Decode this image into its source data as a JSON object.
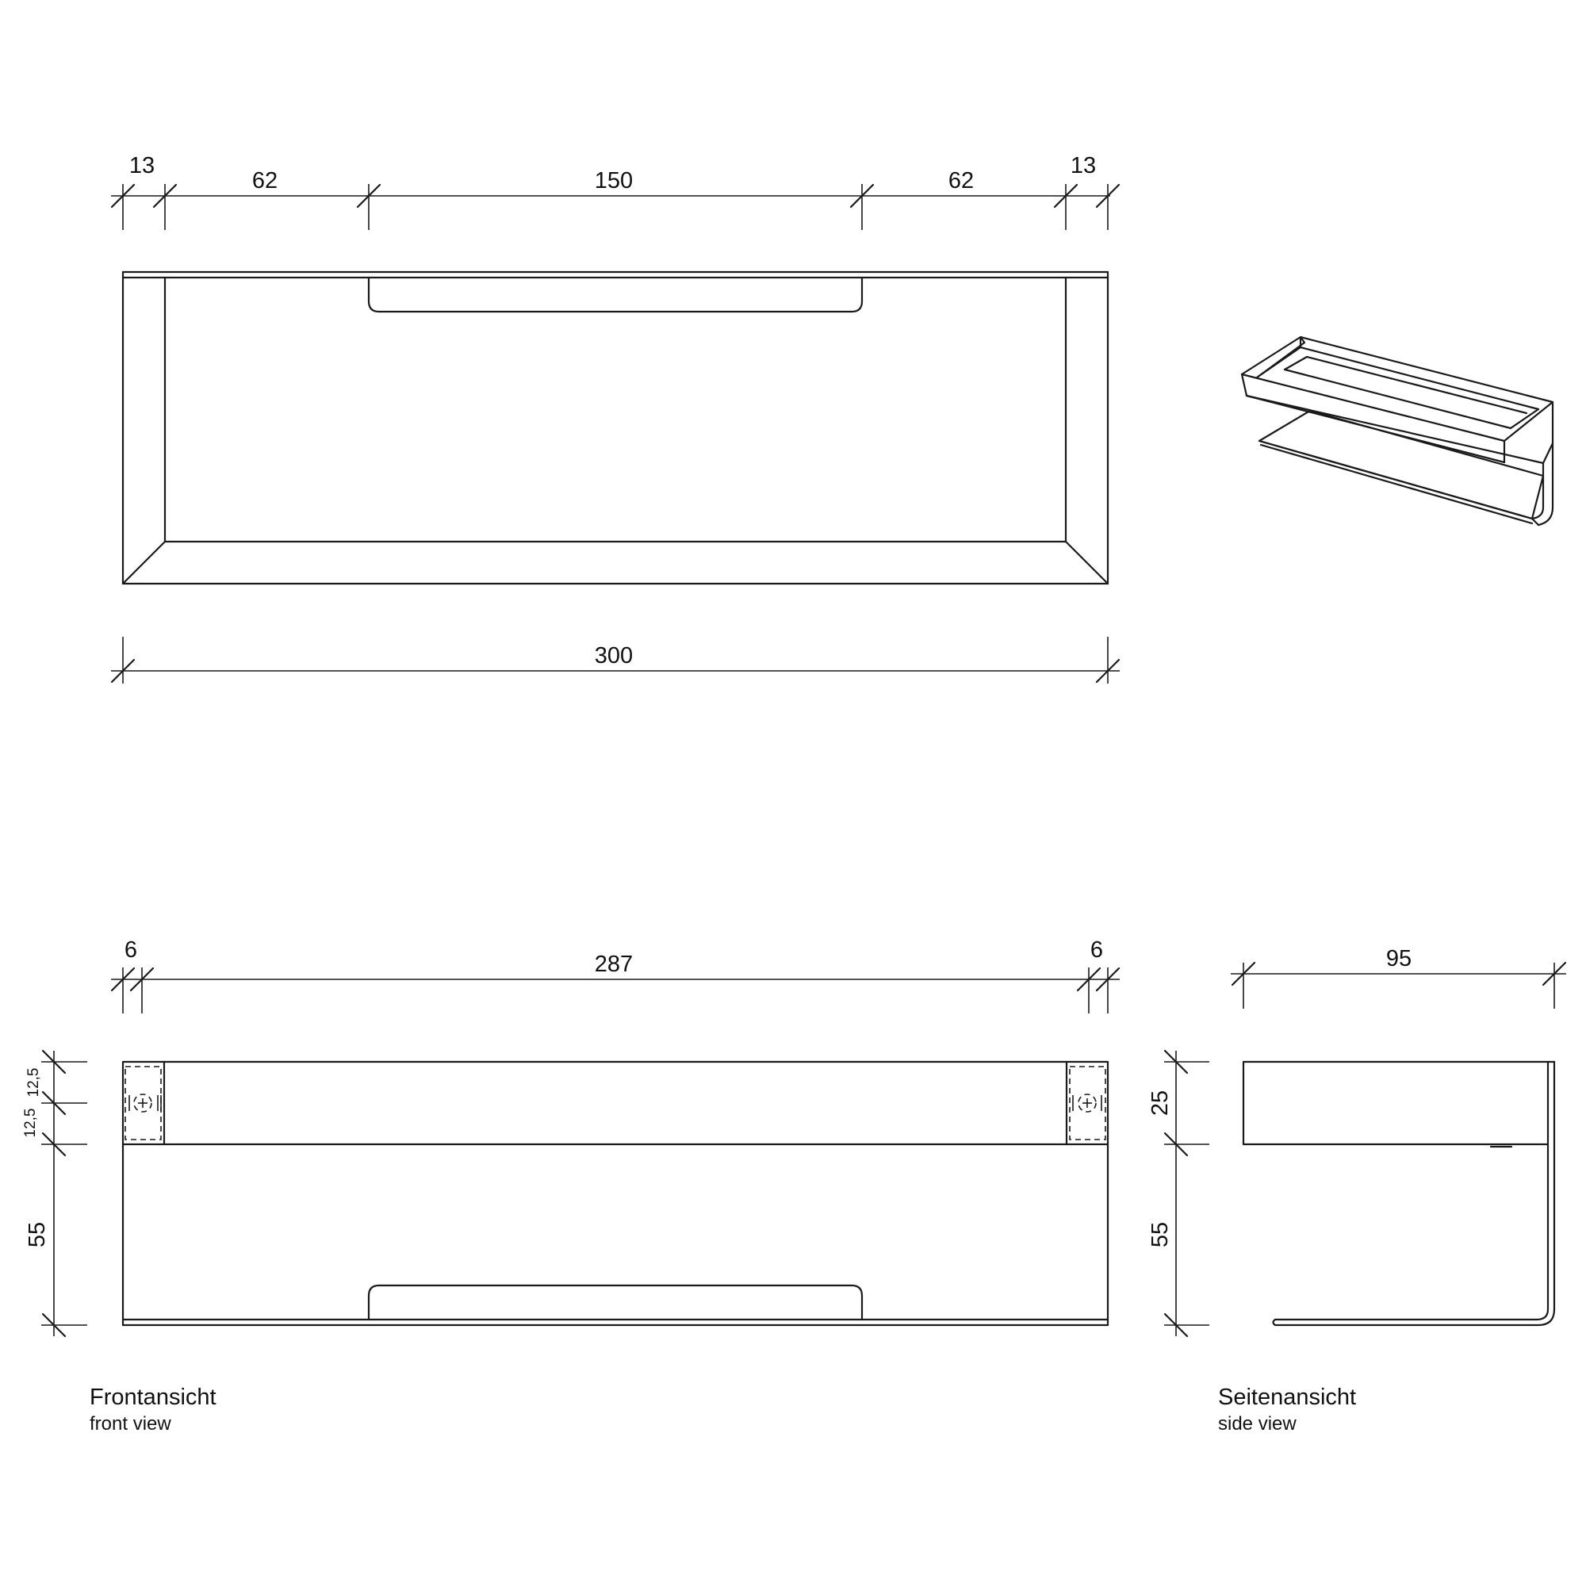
{
  "top_view": {
    "dims": {
      "d1": "13",
      "d2": "62",
      "d3": "150",
      "d4": "62",
      "d5": "13",
      "total": "300"
    }
  },
  "front_view": {
    "dims": {
      "left": "6",
      "span": "287",
      "right": "6",
      "h1": "12,5",
      "h2": "12,5",
      "h3": "55"
    },
    "caption_de": "Frontansicht",
    "caption_en": "front view"
  },
  "side_view": {
    "dims": {
      "depth": "95",
      "h_top": "25",
      "h_bottom": "55"
    },
    "caption_de": "Seitenansicht",
    "caption_en": "side view"
  }
}
